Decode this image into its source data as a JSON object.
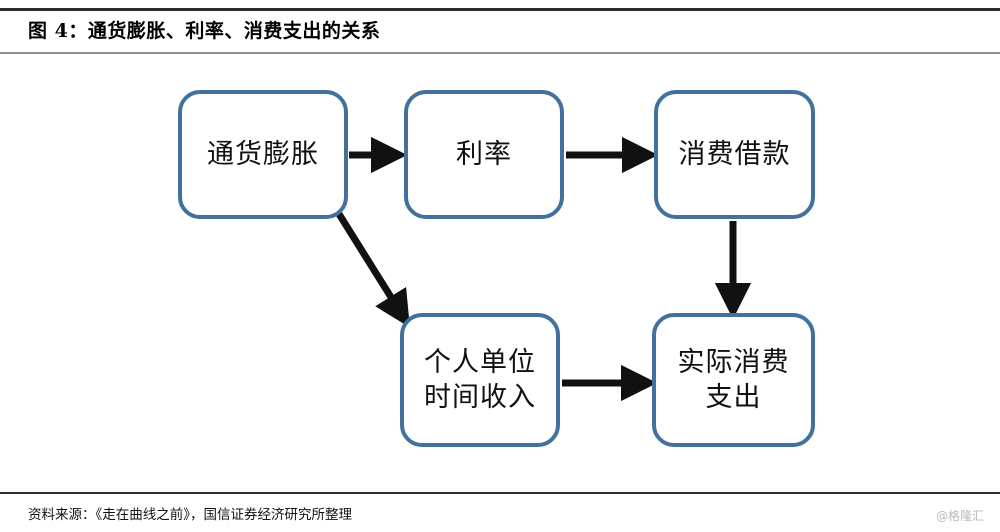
{
  "figure": {
    "title": "图 4：通货膨胀、利率、消费支出的关系",
    "source_note": "资料来源：《走在曲线之前》，国信证券经济研究所整理",
    "watermark": "@格隆汇"
  },
  "theme": {
    "node_border_color": "#41719C",
    "node_fill_color": "#FFFFFF",
    "edge_color": "#111111",
    "rule_color": "#2B2B2B",
    "title_rule_color": "#8F8F8F",
    "watermark_color": "#B9B9B9",
    "text_color": "#111111"
  },
  "chart_data": {
    "type": "diagram",
    "title": "图 4：通货膨胀、利率、消费支出的关系",
    "diagram_kind": "flowchart",
    "orientation": "left-to-right",
    "nodes": [
      {
        "id": "inflation",
        "label": "通货膨胀",
        "row": 1,
        "col": 1
      },
      {
        "id": "interest_rate",
        "label": "利率",
        "row": 1,
        "col": 2
      },
      {
        "id": "consumer_loan",
        "label": "消费借款",
        "row": 1,
        "col": 3
      },
      {
        "id": "income_rate",
        "label": "个人单位\n时间收入",
        "row": 2,
        "col": 2
      },
      {
        "id": "actual_spend",
        "label": "实际消费\n支出",
        "row": 2,
        "col": 3
      }
    ],
    "edges": [
      {
        "from": "inflation",
        "to": "interest_rate",
        "style": "solid-arrow",
        "direction": "horizontal"
      },
      {
        "from": "interest_rate",
        "to": "consumer_loan",
        "style": "solid-arrow",
        "direction": "horizontal"
      },
      {
        "from": "inflation",
        "to": "income_rate",
        "style": "solid-arrow",
        "direction": "diagonal"
      },
      {
        "from": "consumer_loan",
        "to": "actual_spend",
        "style": "solid-arrow",
        "direction": "vertical"
      },
      {
        "from": "income_rate",
        "to": "actual_spend",
        "style": "solid-arrow",
        "direction": "horizontal"
      }
    ]
  },
  "nodes": {
    "inflation": {
      "label": "通货膨胀"
    },
    "interest_rate": {
      "label": "利率"
    },
    "consumer_loan": {
      "label": "消费借款"
    },
    "income_rate": {
      "label": "个人单位\n时间收入"
    },
    "actual_spend": {
      "label": "实际消费\n支出"
    }
  }
}
